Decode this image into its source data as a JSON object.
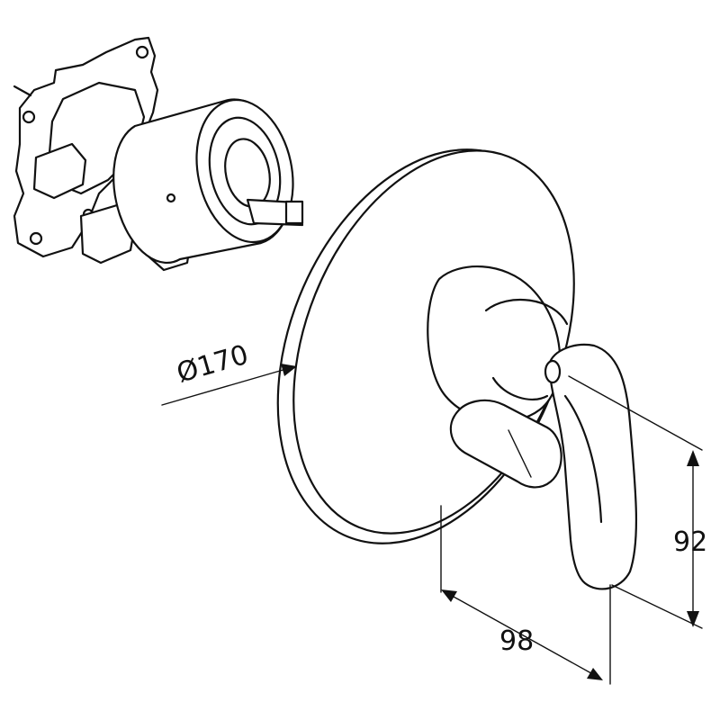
{
  "dimensions": {
    "diameter": "Ø170",
    "height": "92",
    "depth": "98"
  }
}
